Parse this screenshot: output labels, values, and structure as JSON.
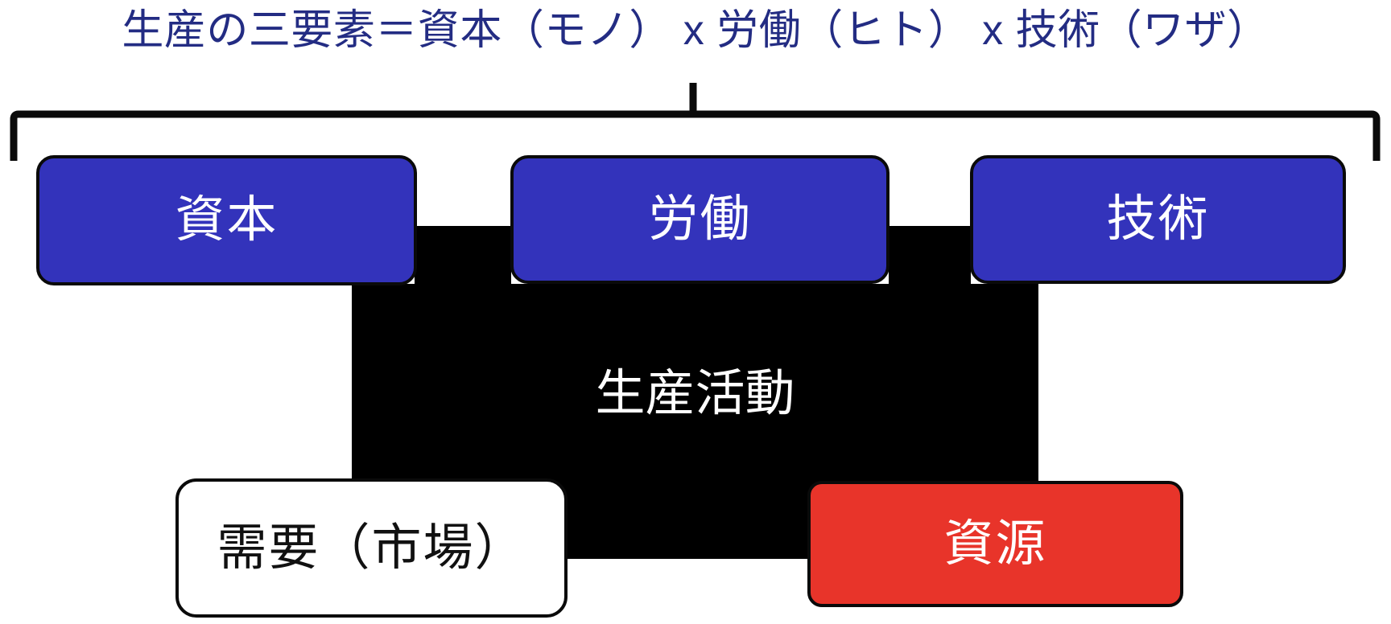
{
  "diagram": {
    "title": "生産の三要素＝資本（モノ）  x  労働（ヒト）  x  技術（ワザ）",
    "title_color": "#232c83",
    "bracket_color": "#0a0a0a",
    "center_label": "生産活動",
    "center_bg": "#000000",
    "center_text_color": "#ffffff",
    "factors": [
      {
        "label": "資本",
        "color": "#3333bb",
        "text_color": "#ffffff"
      },
      {
        "label": "労働",
        "color": "#3333bb",
        "text_color": "#ffffff"
      },
      {
        "label": "技術",
        "color": "#3333bb",
        "text_color": "#ffffff"
      }
    ],
    "inputs": [
      {
        "label": "需要（市場）",
        "color": "#ffffff",
        "text_color": "#111111"
      },
      {
        "label": "資源",
        "color": "#e8342a",
        "text_color": "#ffffff"
      }
    ]
  },
  "chart_data": {
    "type": "diagram",
    "title": "生産の三要素＝資本（モノ）  x  労働（ヒト）  x  技術（ワザ）",
    "nodes": [
      {
        "id": "capital",
        "label": "資本",
        "group": "factor",
        "fill": "#3333bb",
        "text": "#ffffff"
      },
      {
        "id": "labor",
        "label": "労働",
        "group": "factor",
        "fill": "#3333bb",
        "text": "#ffffff"
      },
      {
        "id": "tech",
        "label": "技術",
        "group": "factor",
        "fill": "#3333bb",
        "text": "#ffffff"
      },
      {
        "id": "activity",
        "label": "生産活動",
        "group": "process",
        "fill": "#000000",
        "text": "#ffffff"
      },
      {
        "id": "demand",
        "label": "需要（市場）",
        "group": "input",
        "fill": "#ffffff",
        "text": "#111111"
      },
      {
        "id": "resource",
        "label": "資源",
        "group": "input",
        "fill": "#e8342a",
        "text": "#ffffff"
      }
    ],
    "grouping": {
      "bracket_label": "生産の三要素",
      "members": [
        "capital",
        "labor",
        "tech"
      ]
    },
    "relations": [
      {
        "from": "capital",
        "to": "activity",
        "kind": "feeds"
      },
      {
        "from": "labor",
        "to": "activity",
        "kind": "feeds"
      },
      {
        "from": "tech",
        "to": "activity",
        "kind": "feeds"
      },
      {
        "from": "demand",
        "to": "activity",
        "kind": "feeds"
      },
      {
        "from": "resource",
        "to": "activity",
        "kind": "feeds"
      }
    ]
  }
}
